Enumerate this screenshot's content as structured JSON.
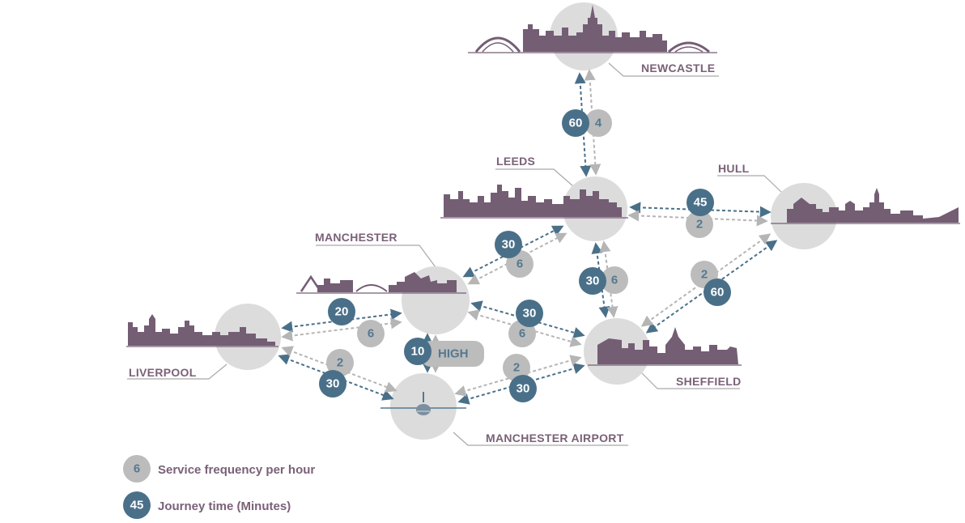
{
  "colors": {
    "journey_badge": "#4a7089",
    "frequency_badge": "#bcbcbc",
    "city_circle": "#dcdcdc",
    "skyline": "#745e74",
    "label_text": "#7a6178",
    "journey_arrow": "#4a7089",
    "frequency_arrow": "#b5b5b5",
    "leader_line": "#a9a9a9"
  },
  "cities": {
    "newcastle": {
      "label": "NEWCASTLE",
      "icon": "newcastle-skyline-icon"
    },
    "leeds": {
      "label": "LEEDS",
      "icon": "leeds-skyline-icon"
    },
    "hull": {
      "label": "HULL",
      "icon": "hull-skyline-icon"
    },
    "manchester": {
      "label": "MANCHESTER",
      "icon": "manchester-skyline-icon"
    },
    "liverpool": {
      "label": "LIVERPOOL",
      "icon": "liverpool-skyline-icon"
    },
    "sheffield": {
      "label": "SHEFFIELD",
      "icon": "sheffield-skyline-icon"
    },
    "manchester_airport": {
      "label": "MANCHESTER AIRPORT",
      "icon": "airplane-icon"
    }
  },
  "routes": {
    "newcastle_leeds": {
      "journey_time": "60",
      "frequency": "4"
    },
    "leeds_hull": {
      "journey_time": "45",
      "frequency": "2"
    },
    "manchester_leeds": {
      "journey_time": "30",
      "frequency": "6"
    },
    "leeds_sheffield": {
      "journey_time": "30",
      "frequency": "6"
    },
    "hull_sheffield": {
      "journey_time": "60",
      "frequency": "2"
    },
    "liverpool_manchester": {
      "journey_time": "20",
      "frequency": "6"
    },
    "manchester_sheffield": {
      "journey_time": "30",
      "frequency": "6"
    },
    "manchester_airport_link": {
      "journey_time": "10",
      "frequency": "HIGH"
    },
    "liverpool_airport": {
      "journey_time": "30",
      "frequency": "2"
    },
    "airport_sheffield": {
      "journey_time": "30",
      "frequency": "2"
    }
  },
  "legend": {
    "frequency": {
      "sample": "6",
      "label": "Service frequency per hour"
    },
    "journey": {
      "sample": "45",
      "label": "Journey time (Minutes)"
    }
  }
}
